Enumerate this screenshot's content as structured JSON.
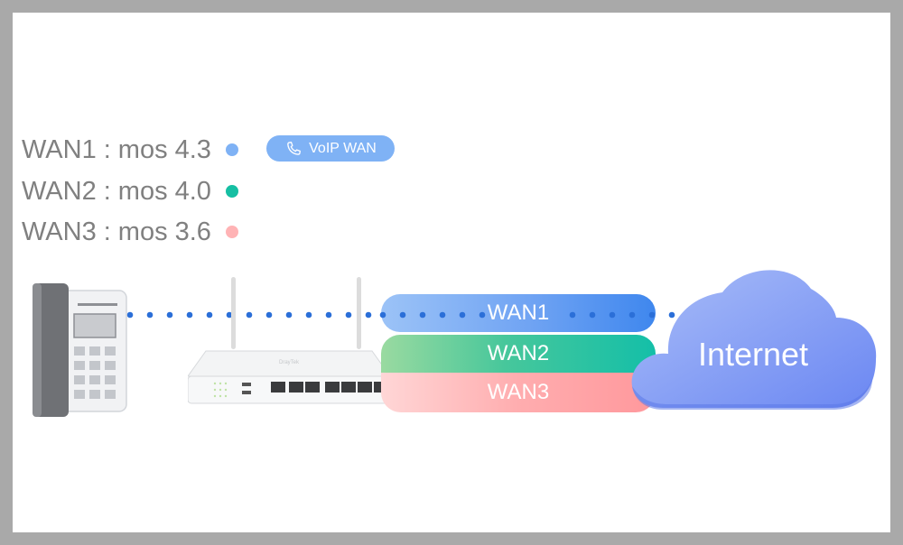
{
  "mos_list": [
    {
      "wan": "WAN1",
      "separator": ":",
      "mos": "mos 4.3",
      "dot_color": "#7fb2f5"
    },
    {
      "wan": "WAN2",
      "separator": ":",
      "mos": "mos 4.0",
      "dot_color": "#16bfa3"
    },
    {
      "wan": "WAN3",
      "separator": ":",
      "mos": "mos 3.6",
      "dot_color": "#ffb3b5"
    }
  ],
  "voip_badge": {
    "label": "VoIP WAN",
    "icon": "phone-icon",
    "color": "#7fb2f5"
  },
  "bands": [
    {
      "label": "WAN1"
    },
    {
      "label": "WAN2"
    },
    {
      "label": "WAN3"
    }
  ],
  "router": {
    "brand": "DrayTek"
  },
  "cloud": {
    "label": "Internet"
  },
  "colors": {
    "link_dots": "#2b6fd8",
    "cloud": "#7d98f5"
  }
}
